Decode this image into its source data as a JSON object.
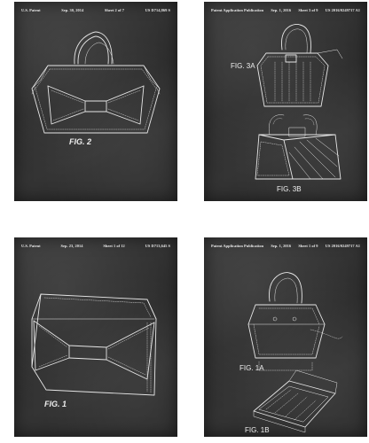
{
  "posters": [
    {
      "header_left": "U.S. Patent",
      "header_date": "Sep. 30, 2014",
      "header_sheet": "Sheet 2 of 7",
      "header_number": "US D714,869 S",
      "figure_label": "FIG. 2",
      "icon": "handbag-front-drawing"
    },
    {
      "header_left": "Patent Application Publication",
      "header_date": "Sep. 1, 2016",
      "header_sheet": "Sheet 3 of 9",
      "header_number": "US 2016/0249717 A1",
      "figure_labels": [
        "FIG. 3A",
        "FIG. 3B"
      ],
      "icon": "handbag-open-drawing"
    },
    {
      "header_left": "U.S. Patent",
      "header_date": "Sep. 23, 2014",
      "header_sheet": "Sheet 1 of 12",
      "header_number": "US D713,645 S",
      "figure_label": "FIG. 1",
      "icon": "clutch-drawing"
    },
    {
      "header_left": "Patent Application Publication",
      "header_date": "Sep. 1, 2016",
      "header_sheet": "Sheet 1 of 9",
      "header_number": "US 2016/0249717 A1",
      "figure_labels": [
        "FIG. 1A",
        "FIG. 1B"
      ],
      "icon": "handbag-exploded-drawing"
    }
  ],
  "colors": {
    "chalkboard": "#2f2f2f",
    "line": "#e6e6e6",
    "background": "#ffffff"
  }
}
